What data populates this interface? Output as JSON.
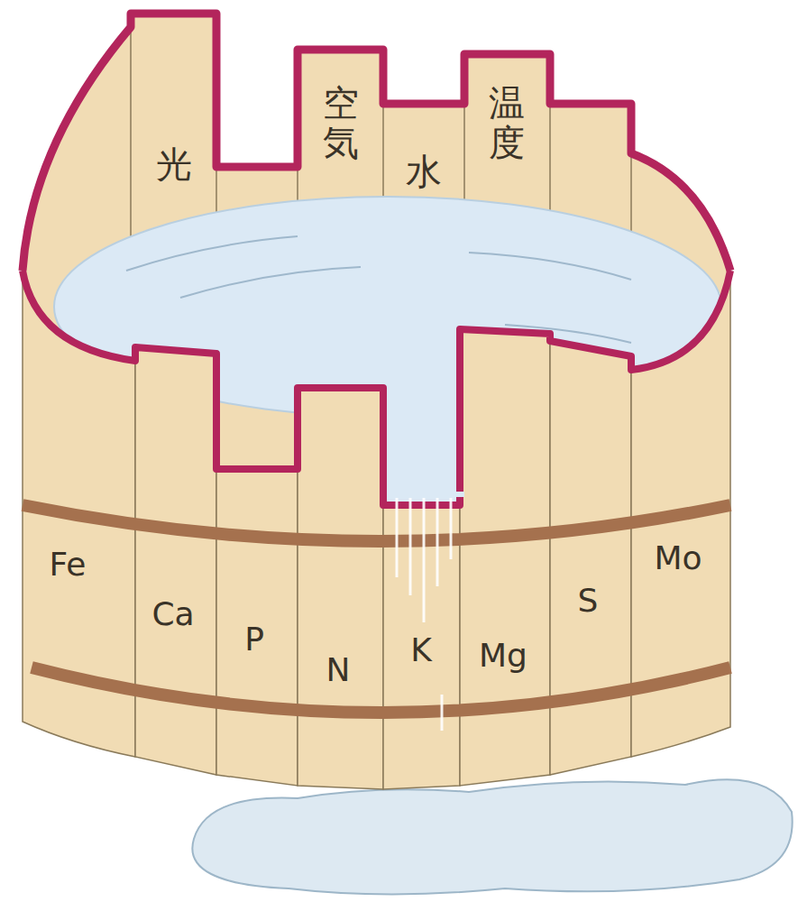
{
  "diagram": {
    "labels": [
      "光",
      "空気",
      "水",
      "温度",
      "Fe",
      "Ca",
      "P",
      "N",
      "K",
      "Mg",
      "S",
      "Mo"
    ]
  }
}
